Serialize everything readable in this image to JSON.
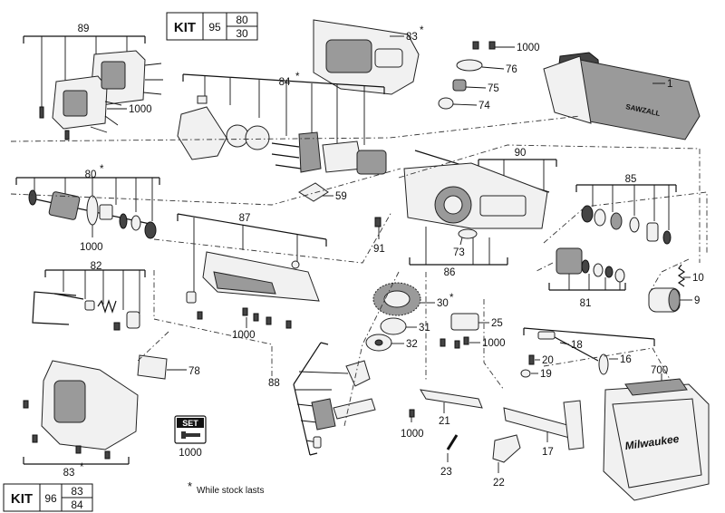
{
  "kits": {
    "top": {
      "label": "KIT",
      "number": "95",
      "items": [
        "80",
        "30"
      ]
    },
    "bottom": {
      "label": "KIT",
      "number": "96",
      "items": [
        "83",
        "84"
      ]
    }
  },
  "set_badge": {
    "label": "SET",
    "number": "1000"
  },
  "footnote": {
    "star": "*",
    "text": "While stock lasts"
  },
  "callouts": {
    "p89": "89",
    "p1000_motor": "1000",
    "p83_top": "83",
    "star_83_top": "*",
    "p84": "84",
    "star_84": "*",
    "p1000_top": "1000",
    "p76": "76",
    "p75": "75",
    "p74": "74",
    "p1": "1",
    "p80": "80",
    "star_80": "*",
    "p59": "59",
    "p1000_80": "1000",
    "p90": "90",
    "p85": "85",
    "p87": "87",
    "p91": "91",
    "p73": "73",
    "p86": "86",
    "p82": "82",
    "p10": "10",
    "p81": "81",
    "p9": "9",
    "p30": "30",
    "star_30": "*",
    "p25": "25",
    "p1000_87": "1000",
    "p31": "31",
    "p32": "32",
    "p1000_25": "1000",
    "p18": "18",
    "p78": "78",
    "p88": "88",
    "p20": "20",
    "p16": "16",
    "p19": "19",
    "p700": "700",
    "p21": "21",
    "p1000_21": "1000",
    "p17": "17",
    "p83_bottom": "83",
    "star_83_bottom": "*",
    "p23": "23",
    "p22": "22"
  },
  "brand": {
    "case_logo": "Milwaukee",
    "tool_label": "SAWZALL"
  },
  "colors": {
    "ink": "#111111",
    "part_fill": "#f1f1f1",
    "shade": "#9a9a9a",
    "paper": "#ffffff"
  }
}
